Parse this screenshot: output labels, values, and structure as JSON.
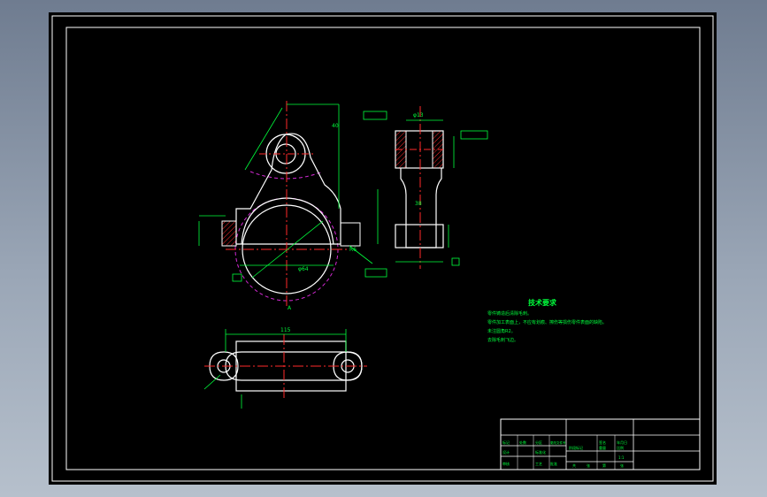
{
  "drawing": {
    "colors": {
      "background": "#000000",
      "outline": "#ffffff",
      "dimension": "#00ff3c",
      "centerline": "#ff2a2a",
      "phantom": "#d22ad2",
      "frame": "#ffffff"
    },
    "tech_requirements": {
      "title": "技术要求",
      "items": [
        "零件铸造后清除毛刺。",
        "零件加工表面上，不应有划痕、擦伤等损伤零件表面的缺陷。",
        "未注圆角R2。",
        "去除毛刺飞边。"
      ]
    },
    "dims": {
      "front_width": "φ64",
      "front_right": "40",
      "side_top": "φ13",
      "side_mid": "38",
      "bottom_length": "115",
      "section_label": "A",
      "radius_label": "R6"
    },
    "title_block": {
      "sign_row": [
        "标记",
        "处数",
        "分区",
        "更改文件号",
        "签名",
        "年月日"
      ],
      "design_row": [
        "设计",
        "",
        "标准化",
        ""
      ],
      "stage_header": [
        "阶段标记",
        "重量",
        "比例"
      ],
      "scale": "1:1",
      "approval_row": [
        "审核",
        "",
        "工艺",
        "批准"
      ],
      "sheet_row": [
        "共",
        "张",
        "第",
        "张"
      ]
    }
  }
}
